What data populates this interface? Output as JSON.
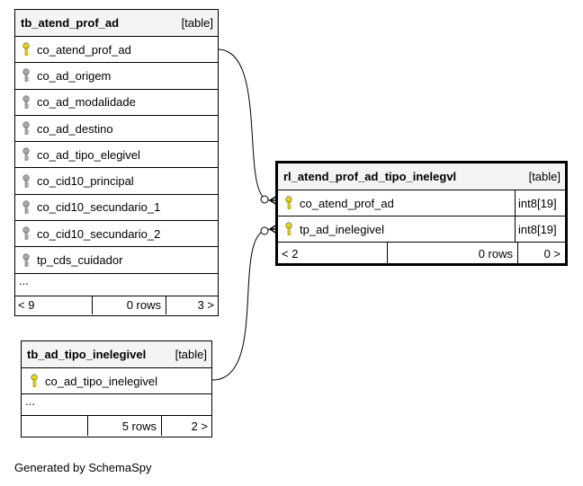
{
  "tables": {
    "atend": {
      "name": "tb_atend_prof_ad",
      "kind": "[table]",
      "columns": [
        {
          "name": "co_atend_prof_ad",
          "key": "primary"
        },
        {
          "name": "co_ad_origem",
          "key": "foreign"
        },
        {
          "name": "co_ad_modalidade",
          "key": "foreign"
        },
        {
          "name": "co_ad_destino",
          "key": "foreign"
        },
        {
          "name": "co_ad_tipo_elegivel",
          "key": "foreign"
        },
        {
          "name": "co_cid10_principal",
          "key": "foreign"
        },
        {
          "name": "co_cid10_secundario_1",
          "key": "foreign"
        },
        {
          "name": "co_cid10_secundario_2",
          "key": "foreign"
        },
        {
          "name": "tp_cds_cuidador",
          "key": "foreign"
        }
      ],
      "more": "...",
      "footer": {
        "parents": "< 9",
        "rows": "0 rows",
        "children": "3 >"
      }
    },
    "rl": {
      "name": "rl_atend_prof_ad_tipo_inelegvl",
      "kind": "[table]",
      "columns": [
        {
          "name": "co_atend_prof_ad",
          "type": "int8[19]",
          "key": "primary"
        },
        {
          "name": "tp_ad_inelegivel",
          "type": "int8[19]",
          "key": "primary"
        }
      ],
      "footer": {
        "parents": "< 2",
        "rows": "0 rows",
        "children": "0 >"
      }
    },
    "tipo": {
      "name": "tb_ad_tipo_inelegivel",
      "kind": "[table]",
      "columns": [
        {
          "name": "co_ad_tipo_inelegivel",
          "key": "primary"
        }
      ],
      "more": "...",
      "footer": {
        "parents": "",
        "rows": "5 rows",
        "children": "2 >"
      }
    }
  },
  "generated_by": "Generated by SchemaSpy",
  "colors": {
    "primary_key": "#e8d800",
    "foreign_key": "#a9a9a9",
    "header_bg": "#f4f4f4"
  }
}
